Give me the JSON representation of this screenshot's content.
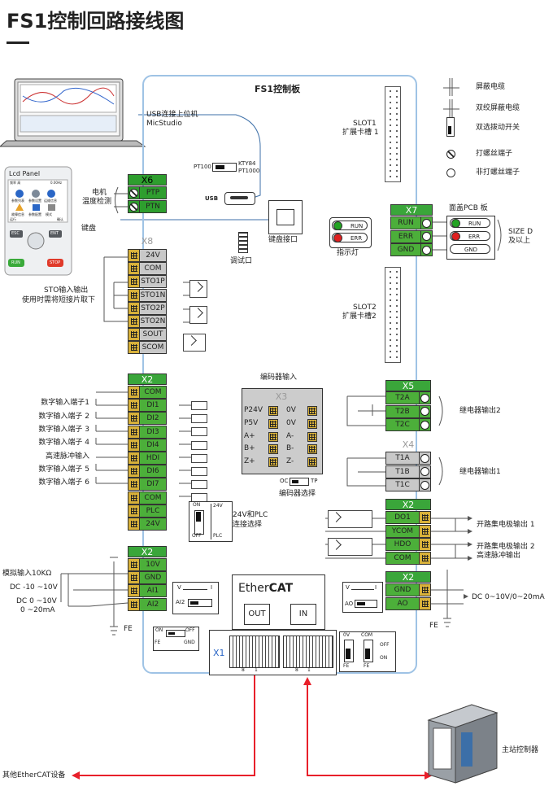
{
  "title": "FS1控制回路接线图",
  "board": {
    "title": "FS1控制板",
    "usb_link": "USB连接上位机",
    "usb_link2": "MicStudio",
    "pt100": "PT100",
    "kty84": "KTY84",
    "pt1000": "PT1000",
    "usb": "USB",
    "keypad_port": "键盘接口",
    "debug_port": "调试口",
    "indicator": "指示灯",
    "slot1": "SLOT1",
    "slot1_sub": "扩展卡槽 1",
    "slot2": "SLOT2",
    "slot2_sub": "扩展卡槽2",
    "encoder_input": "编码器输入",
    "encoder_select": "编码器选择",
    "oc": "OC",
    "tp": "TP",
    "plc_select": "24V和PLC",
    "plc_select2": "连接选择",
    "sw_on": "ON",
    "sw_off": "OFF",
    "sw_24v": "24V",
    "sw_plc": "PLC",
    "fe_on": "ON",
    "fe_off": "OFF",
    "fe_fe": "FE",
    "fe_gnd": "GND",
    "ai2_v": "V",
    "ai2_i": "I",
    "ai2_label": "AI2",
    "ao_v": "V",
    "ao_i": "I",
    "ao_label": "AO",
    "ethercat_a": "Ether",
    "ethercat_b": "CAT",
    "ec_out": "OUT",
    "ec_in": "IN",
    "x1": "X1",
    "pin8a": "8",
    "pin1a": "1",
    "pin8b": "8",
    "pin1b": "1",
    "sw0v": "0V",
    "swcom": "COM",
    "swfe1": "FE",
    "swfe2": "FE",
    "swoff": "OFF",
    "swon": "ON"
  },
  "left": {
    "lcd_panel": "Lcd Panel",
    "lcd_items": [
      "频率 高",
      "0.00Hz",
      "参数列表",
      "参数设置",
      "运维信息",
      "故障信息",
      "参数配置",
      "模式",
      "运行",
      "确认"
    ],
    "keys": [
      "ESC",
      "ENT",
      "RUN",
      "STOP"
    ],
    "motor": "电机",
    "motor2": "温度检测",
    "keypad": "键盘",
    "sto1": "STO输入输出",
    "sto2": "使用时需将短接片取下",
    "di_labels": [
      "数字输入端子1",
      "数字输入端子 2",
      "数字输入端子 3",
      "数字输入端子 4",
      "高速脉冲输入",
      "数字输入端子 5",
      "数字输入端子 6"
    ],
    "analog": "模拟输入10KΩ",
    "dc1": "DC -10 ~10V",
    "dc2": "DC 0 ~10V",
    "dc3": "0 ~20mA",
    "fe": "FE",
    "other_ec": "其他EtherCAT设备"
  },
  "right": {
    "legend": [
      "屏蔽电缆",
      "双绞屏蔽电缆",
      "双选拨动开关",
      "打螺丝端子",
      "非打螺丝端子"
    ],
    "panel_pcb": "面盖PCB 板",
    "size_d": "SIZE D",
    "size_d2": "及以上",
    "relay2": "继电器输出2",
    "relay1": "继电器输出1",
    "oc1": "开路集电极输出 1",
    "oc2": "开路集电极输出 2",
    "oc2b": "高速脉冲输出",
    "ao_out": "DC 0~10V/0~20mA",
    "fe": "FE",
    "master": "主站控制器"
  },
  "x6": {
    "name": "X6",
    "pins": [
      "PTP",
      "PTN"
    ]
  },
  "x8": {
    "name": "X8",
    "pins": [
      "24V",
      "COM",
      "STO1P",
      "STO1N",
      "STO2P",
      "STO2N",
      "SOUT",
      "SCOM"
    ]
  },
  "x2di": {
    "name": "X2",
    "pins": [
      "COM",
      "DI1",
      "DI2",
      "DI3",
      "DI4",
      "HDI",
      "DI6",
      "DI7",
      "COM",
      "PLC",
      "24V"
    ]
  },
  "x2ai": {
    "name": "X2",
    "pins": [
      "10V",
      "GND",
      "AI1",
      "AI2"
    ]
  },
  "x3": {
    "name": "X3",
    "left": [
      "P24V",
      "P5V",
      "A+",
      "B+",
      "Z+"
    ],
    "right": [
      "0V",
      "0V",
      "A-",
      "B-",
      "Z-"
    ]
  },
  "x7": {
    "name": "X7",
    "pins": [
      "RUN",
      "ERR",
      "GND"
    ]
  },
  "x7_pills": [
    "RUN",
    "ERR",
    "GND"
  ],
  "led_pills": [
    "RUN",
    "ERR"
  ],
  "x5": {
    "name": "X5",
    "pins": [
      "T2A",
      "T2B",
      "T2C"
    ]
  },
  "x4": {
    "name": "X4",
    "pins": [
      "T1A",
      "T1B",
      "T1C"
    ]
  },
  "x2do": {
    "name": "X2",
    "pins": [
      "DO1",
      "YCOM",
      "HDO",
      "COM"
    ]
  },
  "x2ao": {
    "name": "X2",
    "pins": [
      "GND",
      "AO"
    ]
  },
  "colors": {
    "green": "#4caf3a",
    "gray": "#c8c8c8",
    "board_border": "#9fc3e5",
    "arrow_red": "#e8202a"
  }
}
